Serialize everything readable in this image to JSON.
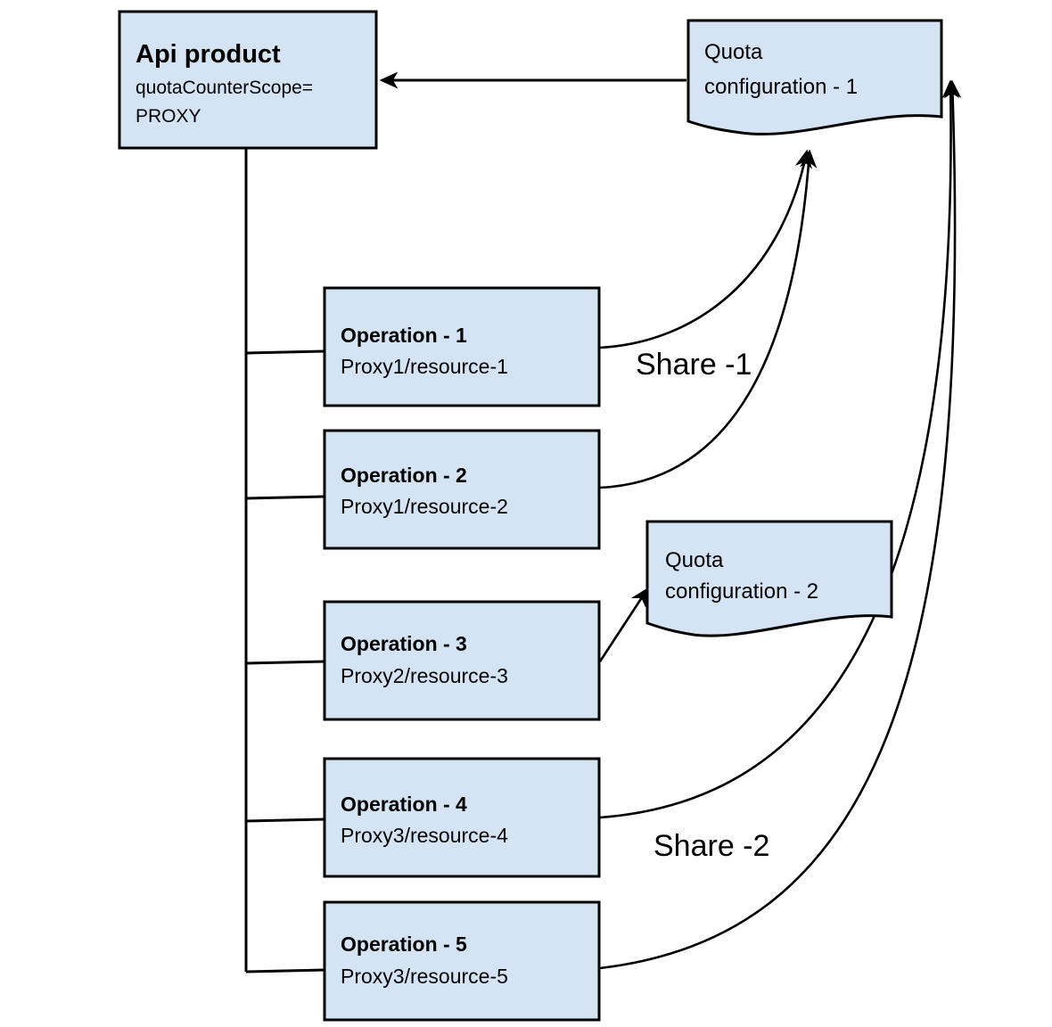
{
  "diagram": {
    "title_hidden": "Apigee API product quota counter scope diagram",
    "colors": {
      "node_fill": "#d4e4f4",
      "node_stroke": "#000000",
      "connector": "#000000",
      "background": "#ffffff"
    },
    "nodes": {
      "api_product": {
        "title": "Api product",
        "line1": "quotaCounterScope=",
        "line2": "PROXY"
      },
      "quota_config_1": {
        "line1": "Quota",
        "line2": "configuration - 1"
      },
      "quota_config_2": {
        "line1": "Quota",
        "line2": "configuration - 2"
      },
      "operations": [
        {
          "title": "Operation - 1",
          "resource": "Proxy1/resource-1"
        },
        {
          "title": "Operation - 2",
          "resource": "Proxy1/resource-2"
        },
        {
          "title": "Operation - 3",
          "resource": "Proxy2/resource-3"
        },
        {
          "title": "Operation - 4",
          "resource": "Proxy3/resource-4"
        },
        {
          "title": "Operation - 5",
          "resource": "Proxy3/resource-5"
        }
      ]
    },
    "edge_labels": {
      "share_1": "Share -1",
      "share_2": "Share -2"
    }
  }
}
